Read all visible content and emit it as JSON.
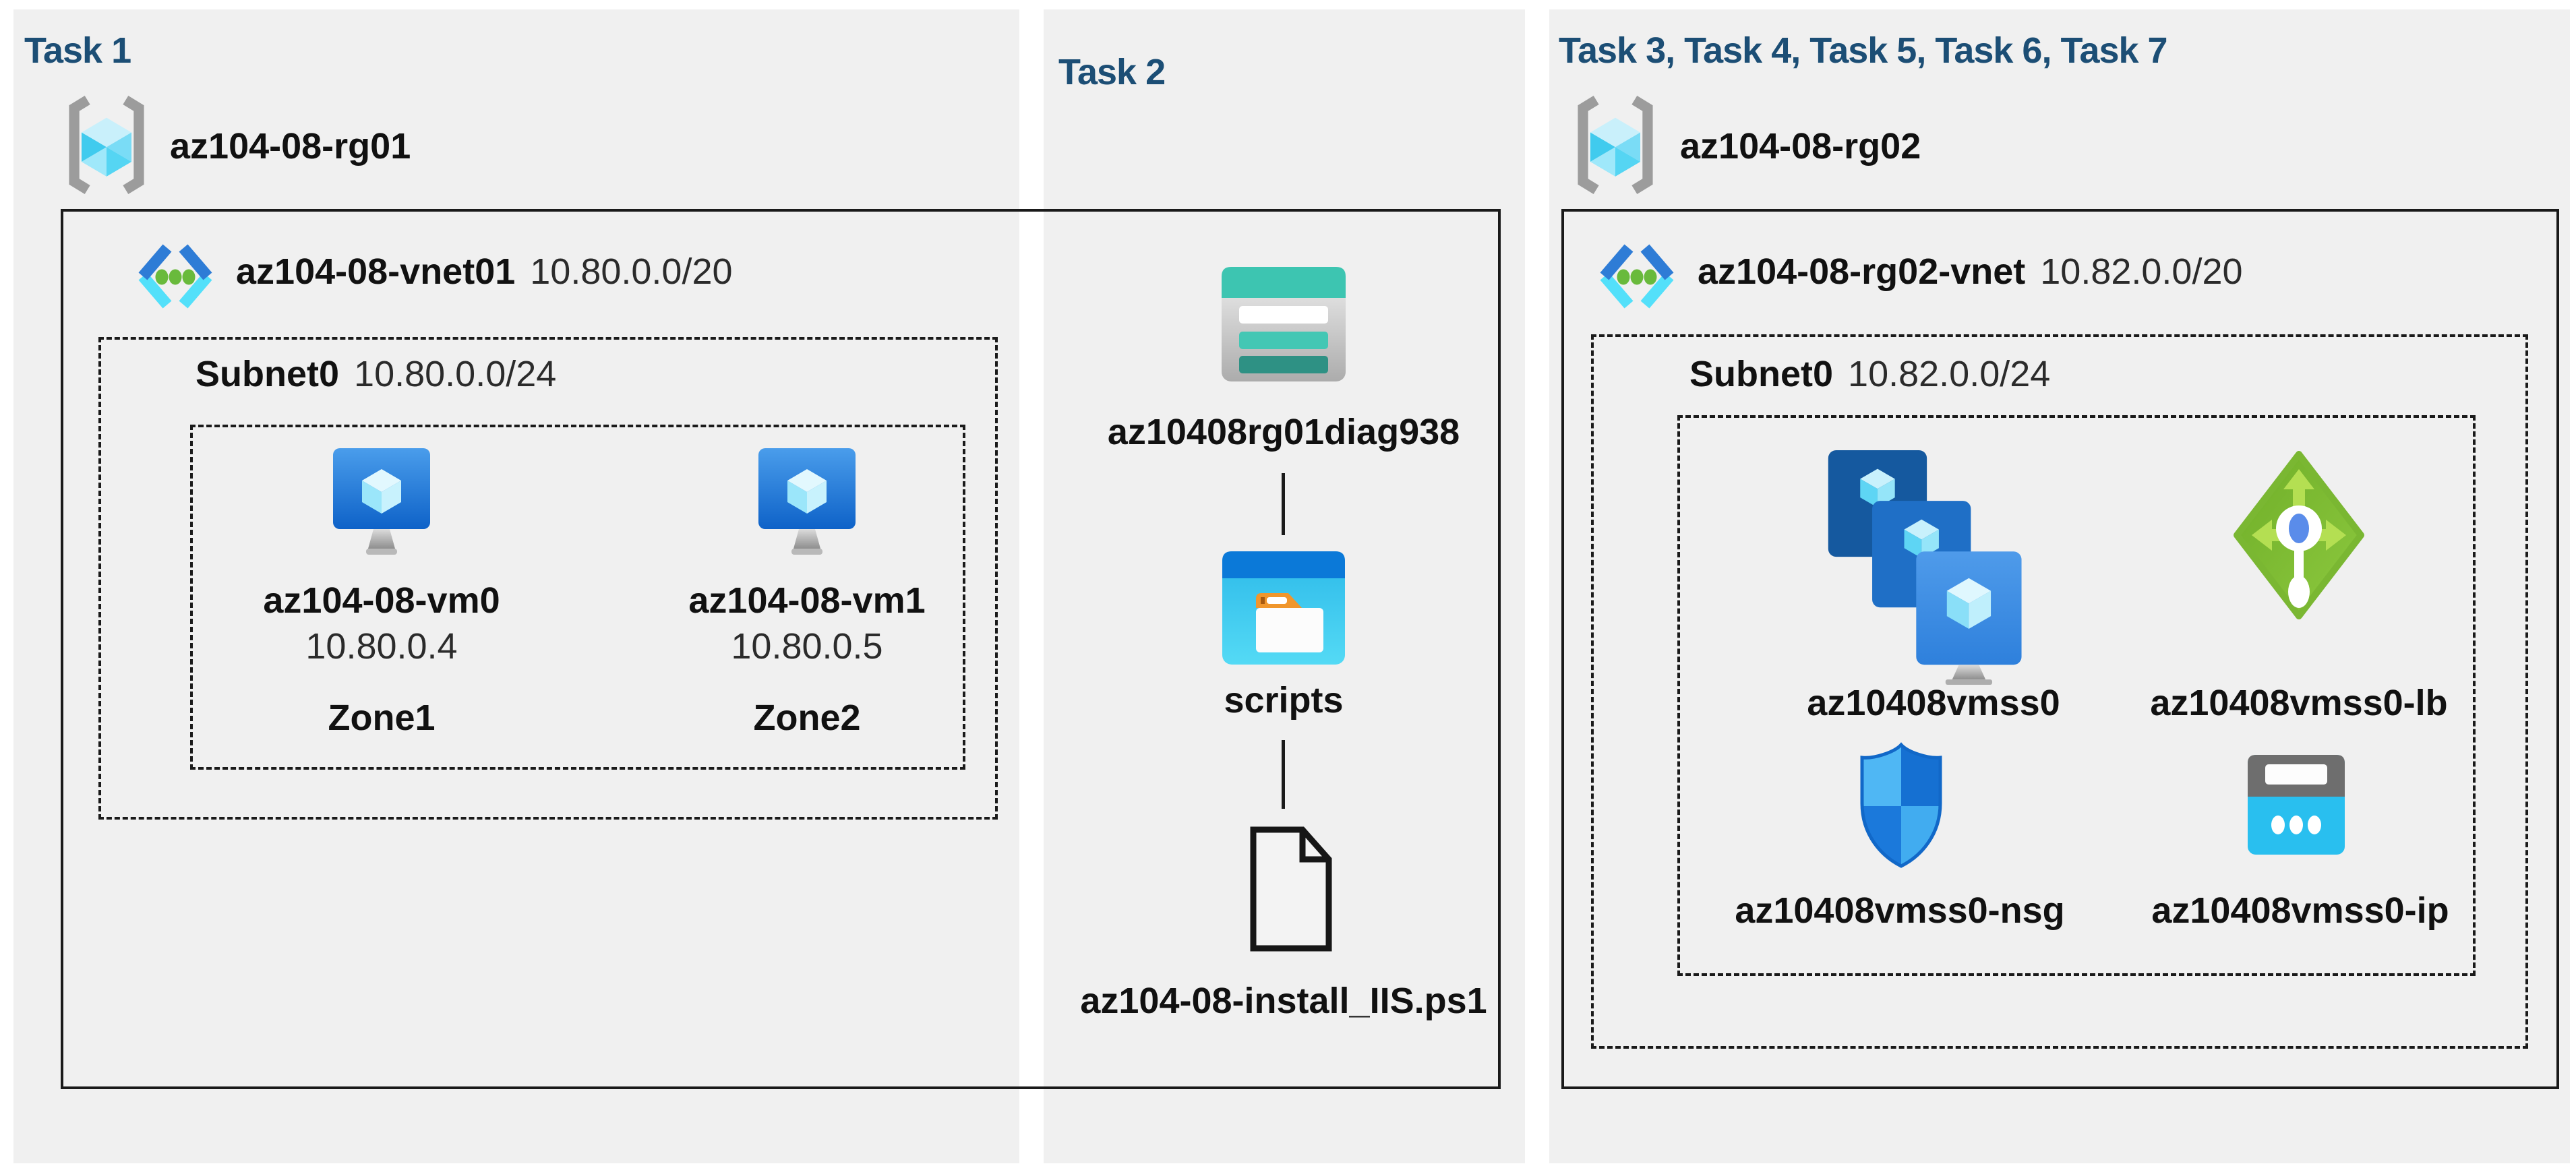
{
  "colors": {
    "background": "#FFFFFF",
    "panel": "#F0F0F0",
    "heading": "#1C4E75",
    "text": "#111111",
    "muted_text": "#2B2B2B",
    "line": "#1A1A1A",
    "storage_teal": "#3DC5B1",
    "azure_blue": "#0B79D8",
    "scripts_cyan": "#35C4EE",
    "folder_orange": "#F0962C",
    "lb_green": "#76B82F",
    "vm_blue": "#2277D4",
    "cube_cyan": "#50D8F4",
    "bracket_grey": "#9C9C9C"
  },
  "panels": {
    "task1": {
      "header": "Task 1",
      "resource_group": "az104-08-rg01",
      "vnet_name": "az104-08-vnet01",
      "vnet_cidr": "10.80.0.0/20",
      "subnet_name": "Subnet0",
      "subnet_cidr": "10.80.0.0/24",
      "vm0": {
        "name": "az104-08-vm0",
        "ip": "10.80.0.4",
        "zone": "Zone1"
      },
      "vm1": {
        "name": "az104-08-vm1",
        "ip": "10.80.0.5",
        "zone": "Zone2"
      }
    },
    "task2": {
      "header": "Task 2",
      "storage_account": "az10408rg01diag938",
      "container": "scripts",
      "script_file": "az104-08-install_IIS.ps1"
    },
    "task37": {
      "header": "Task 3, Task 4, Task 5, Task 6, Task 7",
      "resource_group": "az104-08-rg02",
      "vnet_name": "az104-08-rg02-vnet",
      "vnet_cidr": "10.82.0.0/20",
      "subnet_name": "Subnet0",
      "subnet_cidr": "10.82.0.0/24",
      "vmss": "az10408vmss0",
      "load_balancer": "az10408vmss0-lb",
      "nsg": "az10408vmss0-nsg",
      "public_ip": "az10408vmss0-ip"
    }
  },
  "icons": {
    "resource_group": "brackets-cube-icon",
    "virtual_network": "chevrons-green-dots-icon",
    "virtual_machine": "blue-monitor-cube-icon",
    "storage_account": "teal-table-rows-icon",
    "blob_container": "window-folder-icon",
    "script_file": "document-page-outline-icon",
    "vm_scale_set": "stacked-vm-cards-icon",
    "load_balancer": "green-diamond-arrows-icon",
    "network_security_group": "blue-shield-icon",
    "public_ip_address": "cyan-card-dots-icon"
  }
}
